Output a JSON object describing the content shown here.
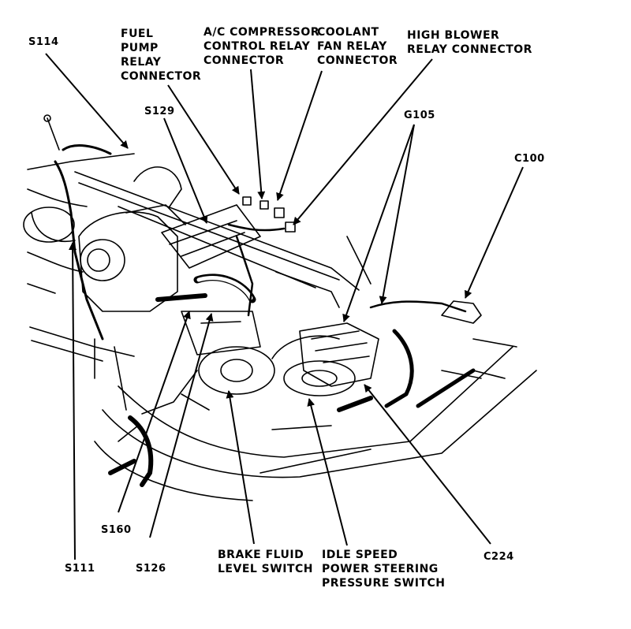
{
  "labels": {
    "fuel_pump_relay": [
      "FUEL",
      "PUMP",
      "RELAY",
      "CONNECTOR"
    ],
    "ac_compressor": [
      "A/C COMPRESSOR",
      "CONTROL RELAY",
      "CONNECTOR"
    ],
    "coolant_fan": [
      "COOLANT",
      "FAN RELAY",
      "CONNECTOR"
    ],
    "high_blower": [
      "HIGH BLOWER",
      "RELAY CONNECTOR"
    ],
    "s114": "S114",
    "s129": "S129",
    "g105": "G105",
    "c100": "C100",
    "s160": "S160",
    "s111": "S111",
    "s126": "S126",
    "brake_fluid": [
      "BRAKE FLUID",
      "LEVEL SWITCH"
    ],
    "idle_speed": [
      "IDLE SPEED",
      "POWER STEERING",
      "PRESSURE SWITCH"
    ],
    "c224": "C224"
  }
}
